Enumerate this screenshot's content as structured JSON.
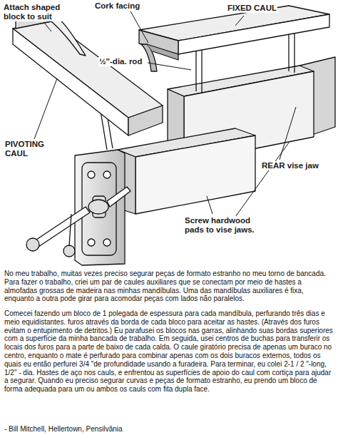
{
  "diagram": {
    "labels": [
      "Attach shaped block to suit",
      "Cork facing",
      "FIXED CAUL",
      "½\"-dia. rod",
      "PIVOTING CAUL",
      "REAR vise jaw",
      "Screw hardwood pads to vise jaws.",
      "No meu trabalho, muitas vezes preciso segurar peças de formato estranho no meu torno de bancada. Para fazer o trabalho, criei um par de caules auxiliares que se conectam por meio de hastes a almofadas grossas de madeira nas minhas mandíbulas. Uma das mandíbulas auxiliares é fixa, enquanto a outra pode girar para acomodar peças com lados não paralelos.",
      "Comecei fazendo um bloco de 1 polegada de espessura para cada mandíbula, perfurando três dias e meio equidistantes. furos através da borda de cada bloco para aceitar as hastes. (Através dos furos evitam o entupimento de detritos.) Eu parafusei os blocos nas garras, alinhando suas bordas superiores com a superfície da minha bancada de trabalho. Em seguida, usei centros de buchas para transferir os locais dos furos para a parte de baixo de cada calda. O caule giratório precisa de apenas um buraco no centro, enquanto o mate é perfurado para combinar apenas com os dois buracos externos, todos os quais eu então perfurei 3/4 \"de profundidade usando a furadeira. Para terminar, eu colei 2-1 / 2 \"-long, 1/2\" - dia. Hastes de aço nos cauls, e enfrentou as superfícies de apoio do caul com cortiça para ajudar a segurar. Quando eu preciso segurar curvas e peças de formato estranho, eu prendo um bloco de forma adequada para um ou ambos os cauls com fita dupla face.",
      "- Bill Mitchell, Hellertown, Pensilvânia"
    ]
  }
}
